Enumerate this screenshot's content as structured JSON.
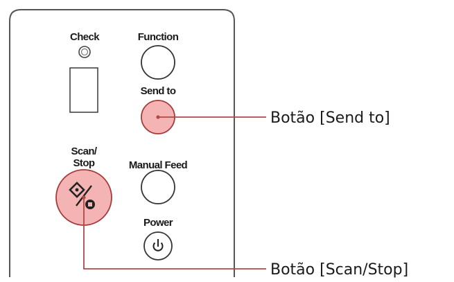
{
  "panel": {
    "check_label": "Check",
    "function_label": "Function",
    "send_to_label": "Send to",
    "scan_stop_label_line1": "Scan/",
    "scan_stop_label_line2": "Stop",
    "manual_feed_label": "Manual Feed",
    "power_label": "Power"
  },
  "callouts": {
    "send_to": "Botão [Send to]",
    "scan_stop": "Botão [Scan/Stop]"
  },
  "colors": {
    "highlight_fill": "#f4b4b4",
    "highlight_stroke": "#a63a3a",
    "leader_line": "#b04848",
    "panel_stroke": "#555555",
    "button_stroke": "#333333"
  },
  "icons": {
    "check_indicator": "led-indicator-icon",
    "scan_stop": "scan-stop-icon",
    "power": "power-icon"
  }
}
